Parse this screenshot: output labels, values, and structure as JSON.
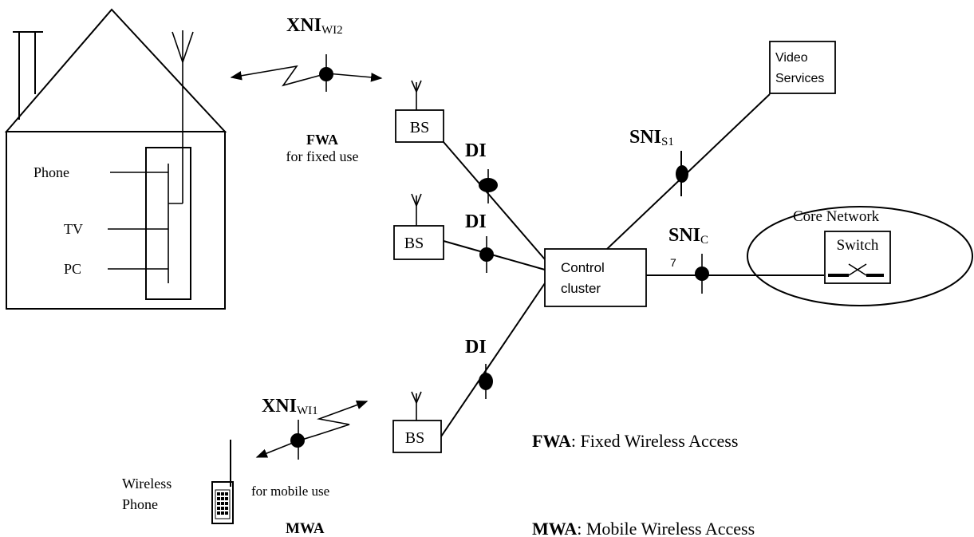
{
  "house": {
    "devices": [
      "Phone",
      "TV",
      "PC"
    ]
  },
  "interfaces": {
    "xni_top": {
      "main": "XNI",
      "sub": "WI2"
    },
    "xni_bottom": {
      "main": "XNI",
      "sub": "WI1"
    },
    "di": "DI",
    "sni_s1": {
      "main": "SNI",
      "sub": "S1"
    },
    "sni_c": {
      "main": "SNI",
      "sub": "C"
    }
  },
  "fwa_label": {
    "title": "FWA",
    "subtitle": "for fixed use"
  },
  "mwa_label": {
    "title": "MWA",
    "subtitle": "for mobile use"
  },
  "base_station": "BS",
  "control_cluster": {
    "line1": "Control",
    "line2": "cluster"
  },
  "video_services": {
    "line1": "Video",
    "line2": "Services"
  },
  "core_network": {
    "title": "Core Network",
    "switch": "Switch"
  },
  "link_number": "7",
  "wireless_phone": {
    "line1": "Wireless",
    "line2": "Phone"
  },
  "legend": {
    "fwa": {
      "abbr": "FWA",
      "text": ": Fixed Wireless Access"
    },
    "mwa": {
      "abbr": "MWA",
      "text": ": Mobile Wireless Access"
    }
  }
}
